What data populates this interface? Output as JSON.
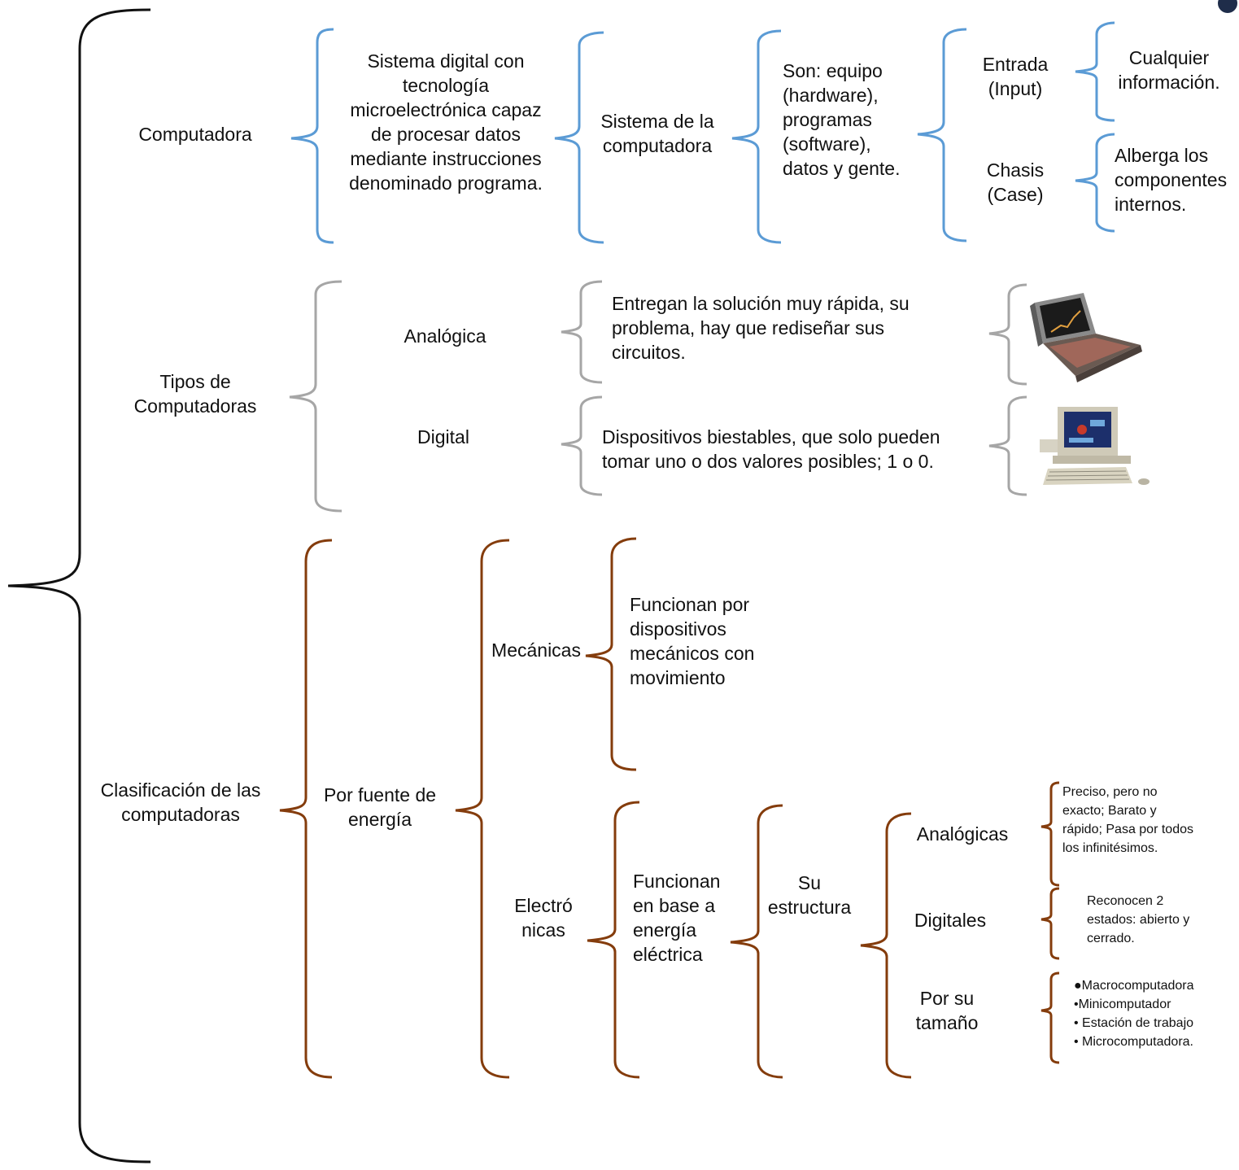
{
  "colors": {
    "black_brace": "#111111",
    "blue_brace": "#5b9bd5",
    "gray_brace": "#a6a6a6",
    "brown_brace": "#843c0c",
    "corner_dot": "#1f2d4a"
  },
  "icons": {
    "analog_image": "analog-computer-icon",
    "digital_image": "desktop-computer-icon",
    "corner_marker": "dot-icon"
  },
  "computadora": {
    "label": "Computadora",
    "definition": "Sistema digital con\ntecnología\nmicroelectrónica capaz\nde procesar datos\nmediante instrucciones\ndenominado programa.",
    "system_label": "Sistema de la\ncomputadora",
    "system_text": "Son: equipo\n(hardware),\nprogramas\n(software),\ndatos y gente.",
    "input_label": "Entrada\n(Input)",
    "input_text": "Cualquier\ninformación.",
    "case_label": "Chasis\n(Case)",
    "case_text": "Alberga los\ncomponentes\ninternos."
  },
  "tipos": {
    "label": "Tipos de\nComputadoras",
    "analog_label": "Analógica",
    "analog_text": "Entregan la solución muy rápida, su\nproblema, hay que rediseñar sus\ncircuitos.",
    "digital_label": "Digital",
    "digital_text": "Dispositivos biestables, que solo pueden\ntomar uno o dos valores posibles; 1 o 0."
  },
  "clasificacion": {
    "label": "Clasificación de las\ncomputadoras",
    "energy_label": "Por fuente de\nenergía",
    "mech_label": "Mecánicas",
    "mech_text": "Funcionan por\ndispositivos\nmecánicos con\nmovimiento",
    "elec_label": "Electró\nnicas",
    "elec_text": "Funcionan\nen base a\nenergía\neléctrica",
    "structure_label": "Su\nestructura",
    "analog_label": "Analógicas",
    "analog_text": " Preciso, pero no\nexacto; Barato y\nrápido; Pasa por todos\nlos infinitésimos.",
    "digital_label": "Digitales",
    "digital_text": "Reconocen 2\nestados: abierto y\ncerrado.",
    "size_label": "Por su\ntamaño",
    "size_items": [
      "●Macrocomputadora",
      "•Minicomputador",
      "• Estación de trabajo",
      "• Microcomputadora."
    ]
  }
}
